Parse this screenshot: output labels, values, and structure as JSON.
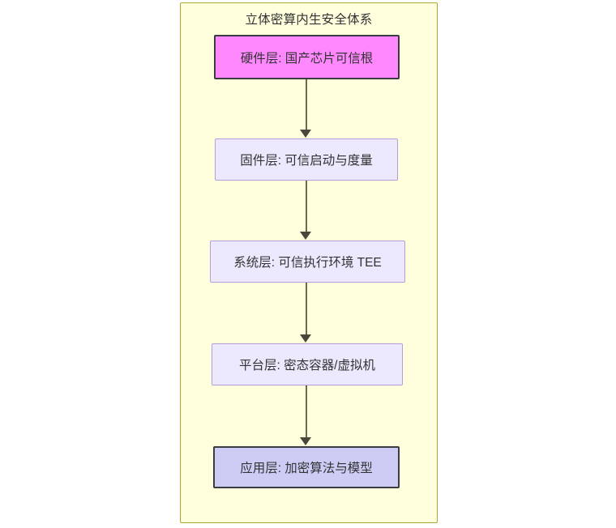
{
  "diagram": {
    "type": "flowchart",
    "direction": "top-to-bottom",
    "container": {
      "title": "立体密算内生安全体系",
      "fill": "#ffffde",
      "stroke": "#aaaa33"
    },
    "nodes": [
      {
        "id": "hardware",
        "label": "硬件层: 国产芯片可信根",
        "fill": "#ff88ff",
        "stroke": "#3b3b42",
        "emphasis": "highlighted"
      },
      {
        "id": "firmware",
        "label": "固件层: 可信启动与度量",
        "fill": "#ece8fd",
        "stroke": "#b39ddb",
        "emphasis": "normal"
      },
      {
        "id": "system",
        "label": "系统层: 可信执行环境 TEE",
        "fill": "#ece8fd",
        "stroke": "#b39ddb",
        "emphasis": "normal"
      },
      {
        "id": "platform",
        "label": "平台层: 密态容器/虚拟机",
        "fill": "#ece8fd",
        "stroke": "#b39ddb",
        "emphasis": "normal"
      },
      {
        "id": "application",
        "label": "应用层: 加密算法与模型",
        "fill": "#ccccf5",
        "stroke": "#3b3b42",
        "emphasis": "highlighted"
      }
    ],
    "edges": [
      {
        "from": "hardware",
        "to": "firmware",
        "style": "solid-arrow"
      },
      {
        "from": "firmware",
        "to": "system",
        "style": "solid-arrow"
      },
      {
        "from": "system",
        "to": "platform",
        "style": "solid-arrow"
      },
      {
        "from": "platform",
        "to": "application",
        "style": "solid-arrow"
      }
    ],
    "edge_color": "#6b6b4a",
    "text_color": "#333333"
  }
}
